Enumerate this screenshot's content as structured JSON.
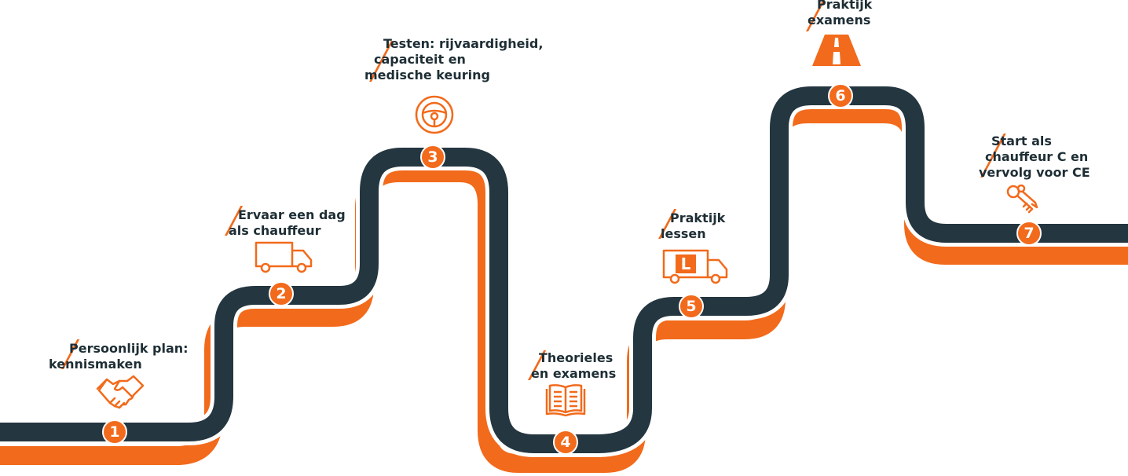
{
  "colors": {
    "road": "#243640",
    "accent": "#f26a1b",
    "text": "#1e2e35"
  },
  "steps": [
    {
      "number": "1",
      "line1": "Persoonlijk plan:",
      "line2": "kennismaken",
      "icon": "handshake-icon"
    },
    {
      "number": "2",
      "line1": "Ervaar een dag",
      "line2": "als chauffeur",
      "icon": "truck-icon"
    },
    {
      "number": "3",
      "line1": "Testen: rijvaardigheid,",
      "line2": "capaciteit en",
      "line3": "medische keuring",
      "icon": "steering-wheel-icon"
    },
    {
      "number": "4",
      "line1": "Theorieles",
      "line2": "en examens",
      "icon": "book-icon"
    },
    {
      "number": "5",
      "line1": "Praktijk",
      "line2": "lessen",
      "icon": "learner-truck-icon"
    },
    {
      "number": "6",
      "line1": "Praktijk",
      "line2": "examens",
      "icon": "road-icon"
    },
    {
      "number": "7",
      "line1": "Start als",
      "line2": "chauffeur C en",
      "line3": "vervolg voor CE",
      "icon": "keys-icon"
    }
  ],
  "learner_letter": "L"
}
